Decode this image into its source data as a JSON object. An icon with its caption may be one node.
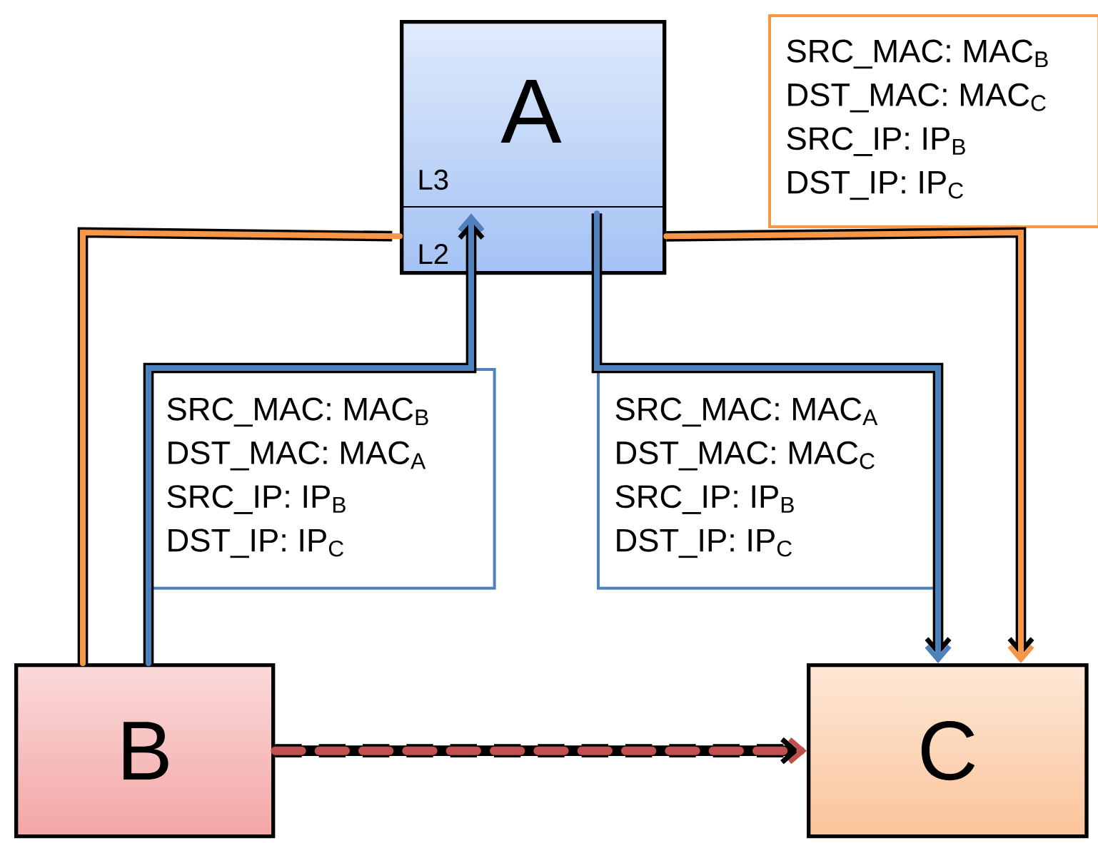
{
  "diagram": {
    "nodes": [
      {
        "text": [
          "A",
          "L3",
          "L2"
        ]
      },
      {
        "text": [
          "SRC_MAC: MAC$_{B}$",
          "DST_MAC: MAC$_{C}$",
          "SRC_IP: IP$_{B}$",
          "DST_IP: IP$_{C}$"
        ]
      },
      {
        "text": [
          "SRC_MAC: MAC$_{B}$",
          "DST_MAC: MAC$_{A}$",
          "SRC_IP: IP$_{B}$",
          "DST_IP: IP$_{C}$"
        ]
      },
      {
        "text": [
          "SRC_MAC: MAC$_{A}$",
          "DST_MAC: MAC$_{C}$",
          "SRC_IP: IP$_{B}$",
          "DST_IP: IP$_{C}$"
        ]
      },
      {
        "text": [
          "B"
        ]
      },
      {
        "text": [
          "C"
        ]
      }
    ],
    "edges": [
      {
        "from": 4,
        "to": 0,
        "arrow": "none",
        "color": "#f79646"
      },
      {
        "from": 0,
        "to": 5,
        "arrow": "to",
        "color": "#f79646"
      },
      {
        "from": 4,
        "to": 0,
        "arrow": "to",
        "color": "#4f81bd"
      },
      {
        "from": 0,
        "to": 5,
        "arrow": "to",
        "color": "#4f81bd"
      },
      {
        "from": 4,
        "to": 5,
        "arrow": "to",
        "style": "dashed",
        "color": "#c0504d"
      }
    ]
  }
}
